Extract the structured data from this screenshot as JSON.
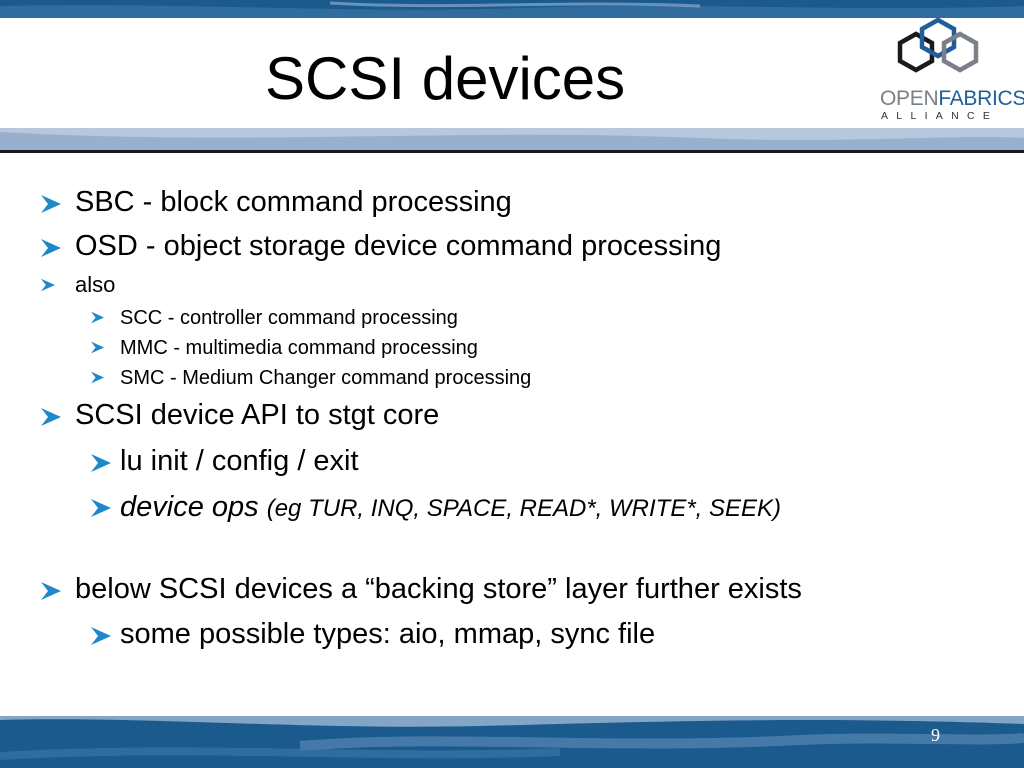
{
  "title": "SCSI devices",
  "logo": {
    "open": "OPEN",
    "fabrics": "FABRICS",
    "alliance": "ALLIANCE"
  },
  "bullets": {
    "b1": "SBC - block command processing",
    "b2": "OSD - object storage device command processing",
    "b3": "also",
    "b3a": "SCC - controller command processing",
    "b3b": "MMC - multimedia command processing",
    "b3c": "SMC -  Medium Changer command processing",
    "b4": "SCSI device API to stgt core",
    "b4a": "lu init / config / exit",
    "b4b_main": "device ops",
    "b4b_detail": "(eg TUR, INQ, SPACE, READ*, WRITE*, SEEK)",
    "b5": "below SCSI devices a “backing store” layer further exists",
    "b5a": "some possible types: aio, mmap, sync file"
  },
  "page_number": "9",
  "colors": {
    "band_dark": "#1a5a8c",
    "band_light": "#9fb8d6",
    "arrow": "#1e88c8"
  }
}
